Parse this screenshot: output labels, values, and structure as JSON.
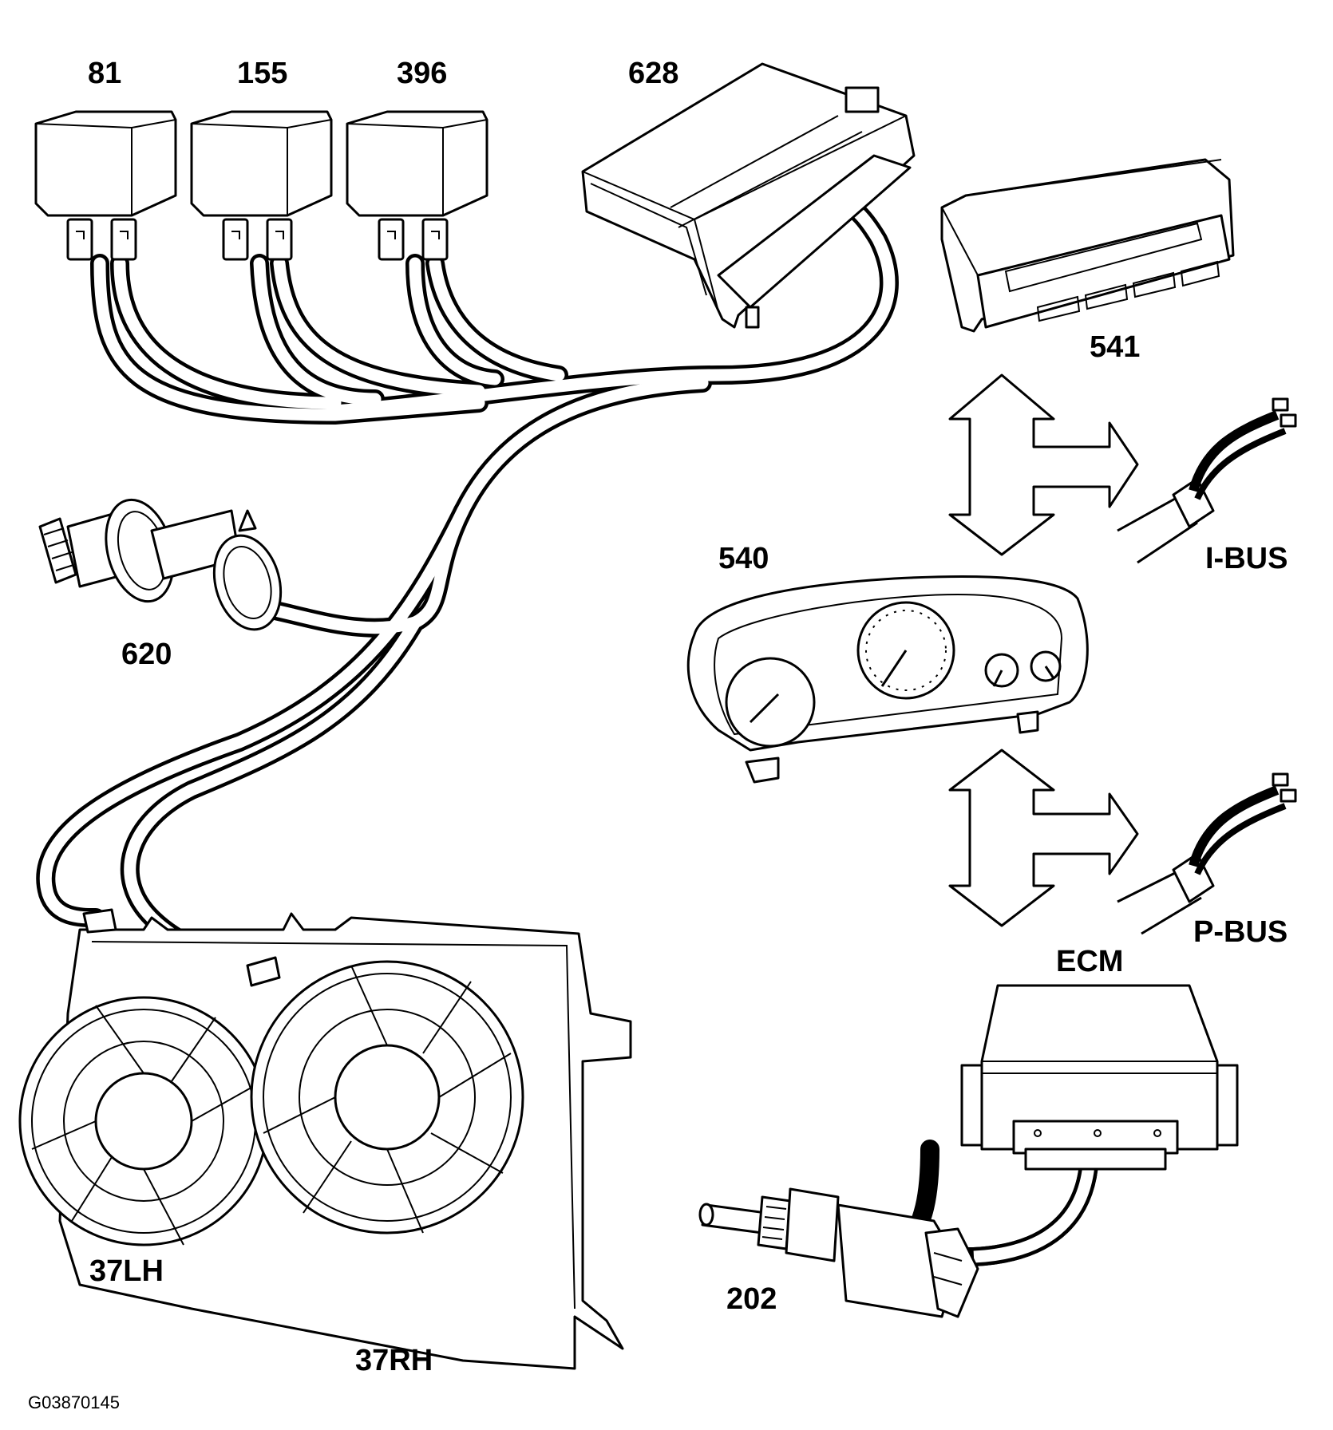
{
  "labels": {
    "relay_81": "81",
    "relay_155": "155",
    "relay_396": "396",
    "module_628": "628",
    "display_541": "541",
    "sensor_620": "620",
    "cluster_540": "540",
    "ibus": "I-BUS",
    "pbus": "P-BUS",
    "ecm": "ECM",
    "sensor_202": "202",
    "fan_lh": "37LH",
    "fan_rh": "37RH",
    "figure_code": "G03870145"
  }
}
